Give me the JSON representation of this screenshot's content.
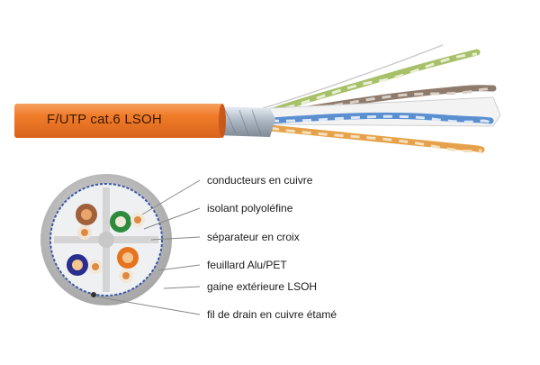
{
  "cable": {
    "label": "F/UTP cat.6 LSOH",
    "jacket_color": "#f07c2a"
  },
  "callouts": [
    "conducteurs en cuivre",
    "isolant polyoléfine",
    "séparateur en croix",
    "feuillard Alu/PET",
    "gaine extérieure LSOH",
    "fil de drain en cuivre étamé"
  ],
  "pairs": [
    {
      "name": "brown",
      "color": "#a0603a",
      "stripe": "#ffffff"
    },
    {
      "name": "green",
      "color": "#2e8b3e",
      "stripe": "#ffffff"
    },
    {
      "name": "orange",
      "color": "#e8731e",
      "stripe": "#ffffff"
    },
    {
      "name": "blue",
      "color": "#2a2f8f",
      "stripe": "#ffffff"
    }
  ]
}
